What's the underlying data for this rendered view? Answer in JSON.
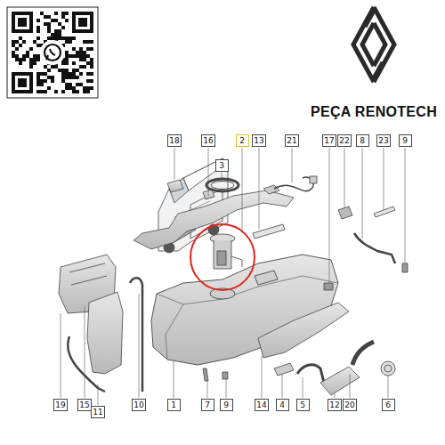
{
  "diagram": {
    "labels": [
      "PEÇA RENOTECH",
      "18",
      "16",
      "2",
      "3",
      "13",
      "21",
      "17",
      "22",
      "8",
      "23",
      "9",
      "19",
      "15",
      "11",
      "10",
      "1",
      "7",
      "9",
      "14",
      "4",
      "5",
      "12",
      "20",
      "6"
    ]
  }
}
